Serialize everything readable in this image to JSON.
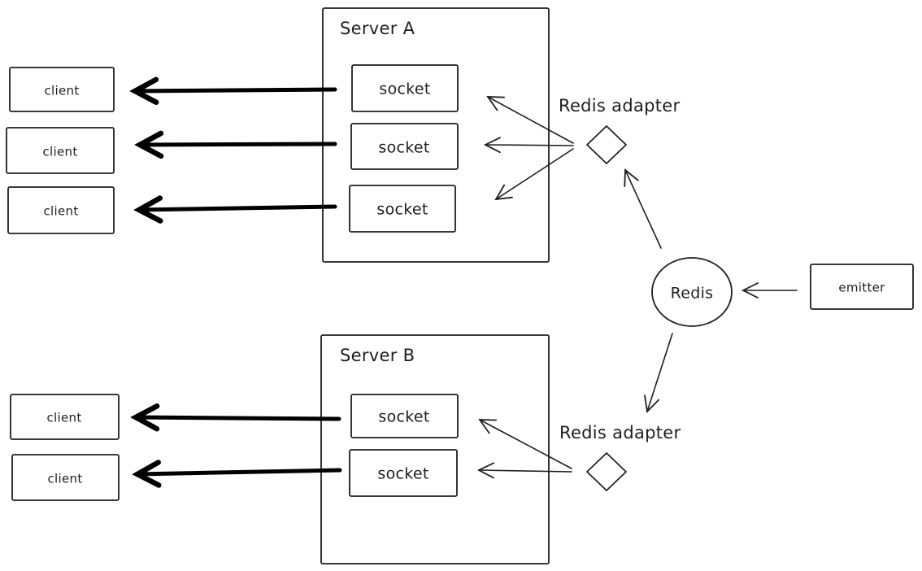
{
  "canvas": {
    "background": "#ffffff",
    "stroke_color": "#1e1e1e",
    "thick_arrow_color": "#000000"
  },
  "server_a": {
    "title": "Server A",
    "sockets": [
      "socket",
      "socket",
      "socket"
    ]
  },
  "server_b": {
    "title": "Server B",
    "sockets": [
      "socket",
      "socket"
    ]
  },
  "clients_top": [
    "client",
    "client",
    "client"
  ],
  "clients_bottom": [
    "client",
    "client"
  ],
  "adapter_top": {
    "label": "Redis adapter"
  },
  "adapter_bottom": {
    "label": "Redis adapter"
  },
  "redis": {
    "label": "Redis"
  },
  "emitter": {
    "label": "emitter"
  }
}
